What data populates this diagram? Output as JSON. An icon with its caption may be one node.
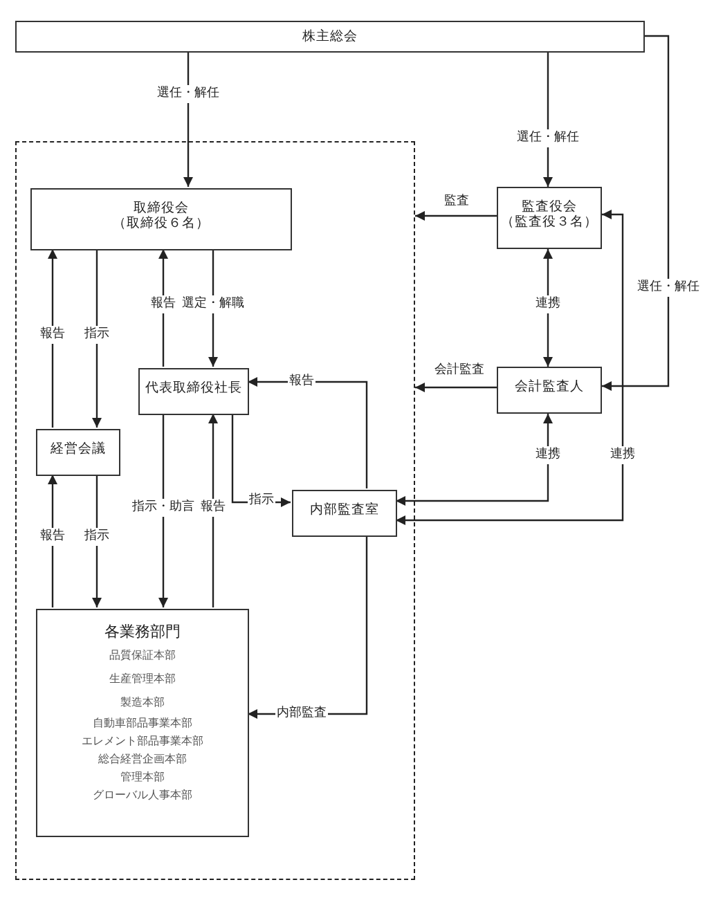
{
  "diagram": {
    "nodes": [
      {
        "text": [
          "株主総会"
        ]
      },
      {
        "text": [],
        "shape": "box"
      },
      {
        "text": [
          "取締役会（取締役６名）"
        ],
        "in": 1
      },
      {
        "text": [
          "代表取締役社長"
        ],
        "in": 1
      },
      {
        "text": [
          "経営会議"
        ],
        "in": 1
      },
      {
        "text": [
          "内部監査室"
        ],
        "in": 1
      },
      {
        "text": [
          "各業務部門",
          "品質保証本部",
          "生産管理本部",
          "製造本部",
          "自動車部品事業本部",
          "エレメント部品事業本部",
          "総合経営企画本部",
          "管理本部",
          "グローバル人事本部"
        ],
        "in": 1
      },
      {
        "text": [
          "監査役会（監査役３名）"
        ]
      },
      {
        "text": [
          "会計監査人"
        ]
      }
    ],
    "edges": [
      {
        "from": 0,
        "to": 2,
        "arrow": "to",
        "label": "選任・解任"
      },
      {
        "from": 0,
        "to": 7,
        "arrow": "to",
        "label": "選任・解任"
      },
      {
        "from": 0,
        "to": 8,
        "arrow": "to",
        "label": "選任・解任"
      },
      {
        "from": 7,
        "to": 1,
        "arrow": "to",
        "label": "監査"
      },
      {
        "from": 8,
        "to": 1,
        "arrow": "to",
        "label": "会計監査"
      },
      {
        "from": 7,
        "to": 8,
        "arrow": "both",
        "label": "連携"
      },
      {
        "from": 2,
        "to": 4,
        "arrow": "to",
        "label": "指示"
      },
      {
        "from": 4,
        "to": 2,
        "arrow": "to",
        "label": "報告"
      },
      {
        "from": 3,
        "to": 2,
        "arrow": "to",
        "label": "報告"
      },
      {
        "from": 2,
        "to": 3,
        "arrow": "to",
        "label": "選定・解職"
      },
      {
        "from": 6,
        "to": 4,
        "arrow": "to",
        "label": "報告"
      },
      {
        "from": 4,
        "to": 6,
        "arrow": "to",
        "label": "指示"
      },
      {
        "from": 3,
        "to": 6,
        "arrow": "to",
        "label": "指示・助言"
      },
      {
        "from": 6,
        "to": 3,
        "arrow": "to",
        "label": "報告"
      },
      {
        "from": 3,
        "to": 5,
        "arrow": "to",
        "label": "指示"
      },
      {
        "from": 5,
        "to": 3,
        "arrow": "to",
        "label": "報告"
      },
      {
        "from": 5,
        "to": 6,
        "arrow": "to",
        "label": "内部監査"
      },
      {
        "from": 8,
        "to": 5,
        "arrow": "both",
        "label": "連携"
      },
      {
        "from": 7,
        "to": 5,
        "arrow": "both",
        "label": "連携"
      }
    ]
  }
}
